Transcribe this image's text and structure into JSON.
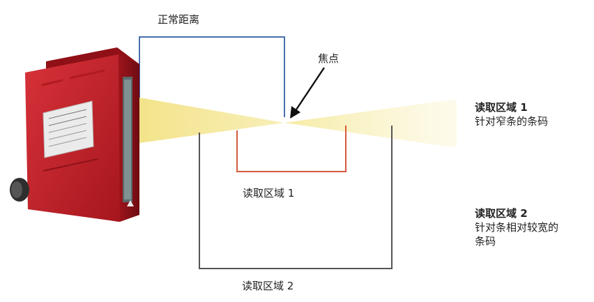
{
  "labels": {
    "normal_distance": "正常距离",
    "focus": "焦点",
    "zone1_inline": "读取区域 1",
    "zone2_inline": "读取区域 2"
  },
  "legend": [
    {
      "title": "读取区域 1",
      "desc_lines": [
        "针对窄条的条码"
      ]
    },
    {
      "title": "读取区域 2",
      "desc_lines": [
        "针对条相对较宽的",
        "条码"
      ]
    }
  ],
  "colors": {
    "normal_distance_line": "#4a6fb0",
    "zone1_line": "#d45a3c",
    "zone2_line": "#555555",
    "beam": "#f3e48a",
    "scanner_body": "#c8232a",
    "arrow": "#111111"
  },
  "device": {
    "icon": "barcode-scanner-icon"
  }
}
